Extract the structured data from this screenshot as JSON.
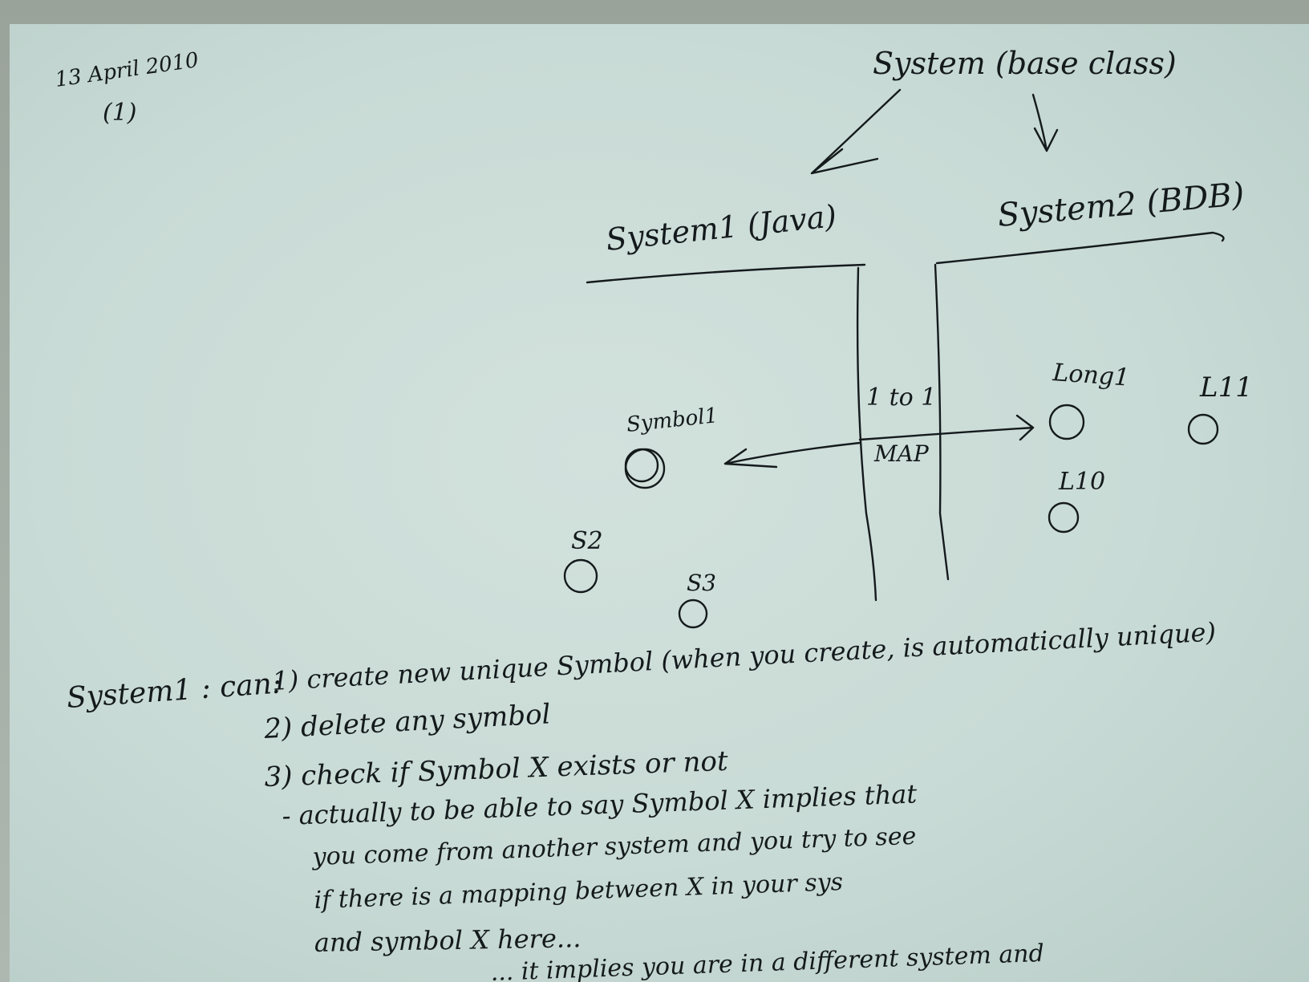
{
  "date": "13 April 2010",
  "page_number": "(1)",
  "base_class_label": "System (base class)",
  "system1_label": "System1 (Java)",
  "system2_label": "System2 (BDB)",
  "map_top_label": "1 to 1",
  "map_bottom_label": "MAP",
  "symbol_nodes": [
    "Symbol1",
    "S2",
    "S3"
  ],
  "long_nodes": [
    "Long1",
    "L11",
    "L10"
  ],
  "notes": {
    "lead": "System1 : can:",
    "line1": "1) create new unique Symbol (when you create, is automatically unique)",
    "line2": "2) delete any symbol",
    "line3": "3) check if Symbol X exists or not",
    "line4": "- actually to be able to say Symbol X implies that",
    "line5": "you come from another system and you try to see",
    "line6": "if there is a mapping between X in your sys",
    "line7": "and symbol X here...",
    "line8": "... it implies you are in a different system and"
  }
}
